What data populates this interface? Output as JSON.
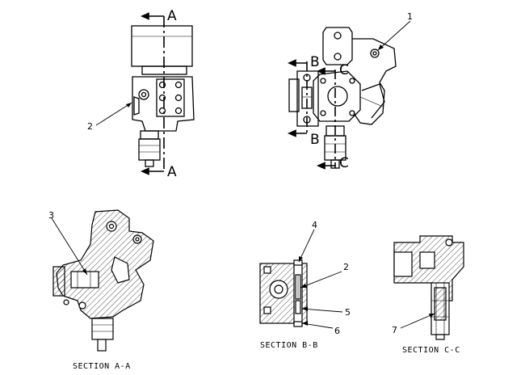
{
  "section_markers": {
    "a_top": "A",
    "a_bottom": "A",
    "b_top": "B",
    "b_bottom": "B",
    "c_top": "C",
    "c_bottom": "C"
  },
  "callouts": {
    "c1": "1",
    "c2_top_left": "2",
    "c3": "3",
    "c4": "4",
    "c2_section_b": "2",
    "c5": "5",
    "c6": "6",
    "c7": "7"
  },
  "captions": {
    "section_a": "SECTION A-A",
    "section_b": "SECTION B-B",
    "section_c": "SECTION C-C"
  }
}
